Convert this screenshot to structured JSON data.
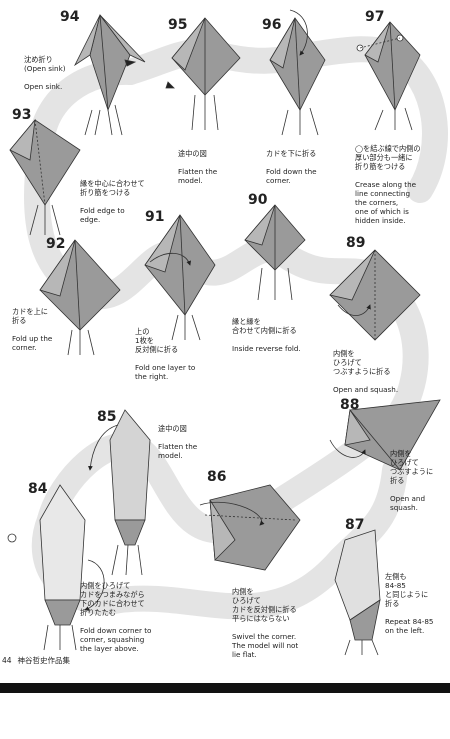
{
  "steps": [
    {
      "num": "94",
      "jp": "沈め折り\n(Open sink)",
      "en": "Open sink."
    },
    {
      "num": "95",
      "jp": "途中の図",
      "en": "Flatten the\nmodel."
    },
    {
      "num": "96",
      "jp": "カドを下に折る",
      "en": "Fold down the\ncorner."
    },
    {
      "num": "97",
      "jp": "◯を結ぶ線で内側の\n厚い部分も一緒に\n折り筋をつける",
      "en": "Crease along the\nline connecting\nthe corners,\none of which is\nhidden inside."
    },
    {
      "num": "93",
      "jp": "縁を中心に合わせて\n折り筋をつける",
      "en": "Fold edge to\nedge."
    },
    {
      "num": "92",
      "jp": "カドを上に\n折る",
      "en": "Fold up the\ncorner."
    },
    {
      "num": "91",
      "jp": "上の\n1枚を\n反対側に折る",
      "en": "Fold one layer to\nthe right."
    },
    {
      "num": "90",
      "jp": "縁と縁を\n合わせて内側に折る",
      "en": "Inside reverse fold."
    },
    {
      "num": "89",
      "jp": "内側を\nひろげて\nつぶすように折る",
      "en": "Open and squash."
    },
    {
      "num": "88",
      "jp": "内側を\nひろげて\nつぶすように\n折る",
      "en": "Open and\nsquash."
    },
    {
      "num": "85",
      "jp": "途中の図",
      "en": "Flatten the\nmodel."
    },
    {
      "num": "86",
      "jp": "内側を\nひろげて\nカドを反対側に折る\n平らにはならない",
      "en": "Swivel the corner.\nThe model will not\nlie flat."
    },
    {
      "num": "84",
      "jp": "内側をひろげて\nカドをつまみながら\n下のカドに合わせて\n折りたたむ",
      "en": "Fold down corner to\ncorner, squashing\nthe layer above."
    },
    {
      "num": "87",
      "jp": "左側も\n84-85\nと同じように\n折る",
      "en": "Repeat 84-85\non the left."
    }
  ],
  "footer": {
    "page": "44",
    "book": "神谷哲史作品集"
  }
}
